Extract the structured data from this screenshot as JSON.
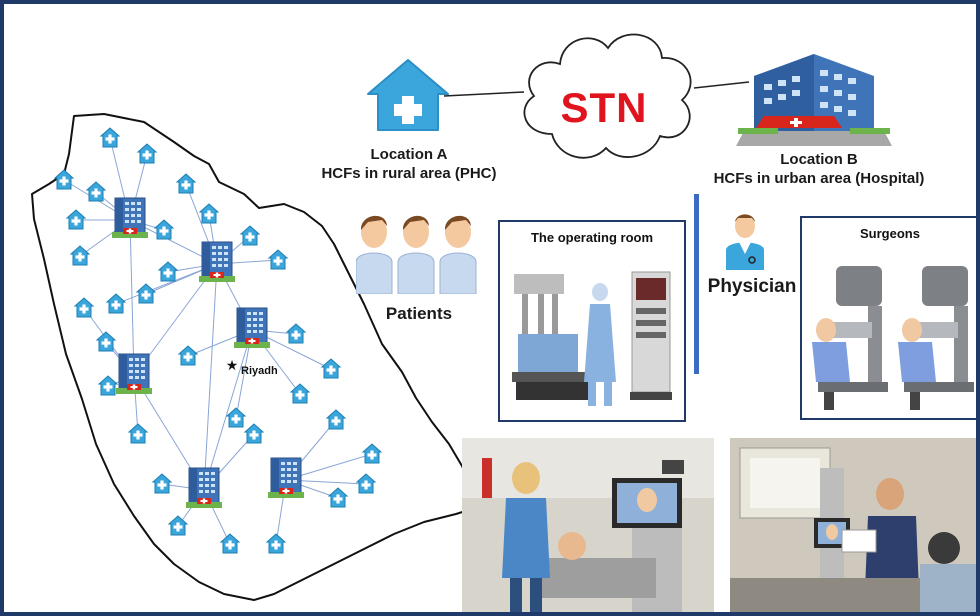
{
  "network": {
    "label": "STN"
  },
  "location_a": {
    "title": "Location A",
    "subtitle": "HCFs in rural area (PHC)"
  },
  "location_b": {
    "title": "Location B",
    "subtitle": "HCFs in urban area (Hospital)"
  },
  "patients": {
    "label": "Patients"
  },
  "physician": {
    "label": "Physician"
  },
  "operating_room": {
    "title": "The operating room"
  },
  "surgeons": {
    "title": "Surgeons"
  },
  "map": {
    "city_label": "Riyadh"
  },
  "colors": {
    "frame": "#1f3a68",
    "stn_text": "#e0141e",
    "clinic_icon": "#3aa6dc",
    "hospital": "#3f74b8",
    "map_link": "#8aa6d6",
    "divider": "#3b6cc4"
  }
}
